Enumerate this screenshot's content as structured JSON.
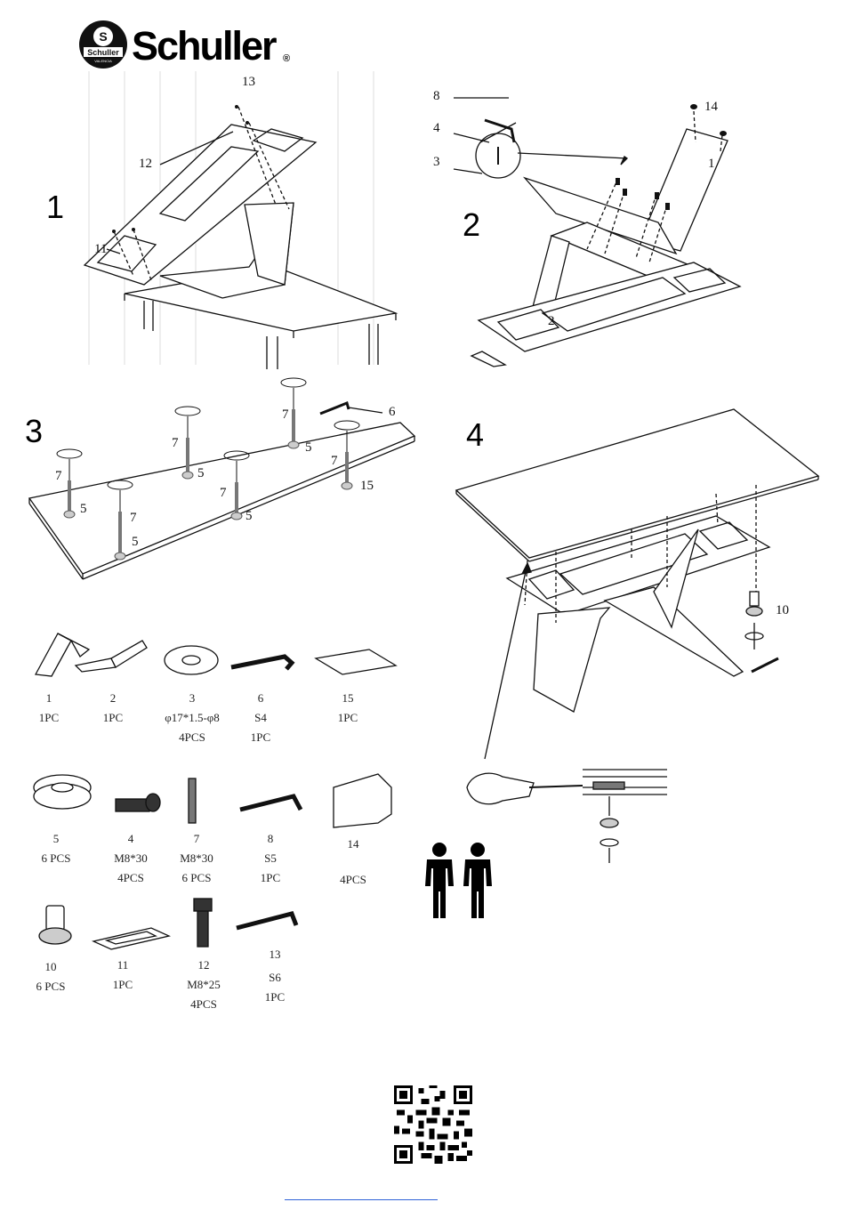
{
  "brand": {
    "name": "Schuller",
    "registered": "®",
    "emblem_letter": "S",
    "emblem_word": "Schuller",
    "emblem_sub": "VALENCIA"
  },
  "steps": [
    "1",
    "2",
    "3",
    "4"
  ],
  "step1_callouts": {
    "c13": "13",
    "c12": "12",
    "c11": "11"
  },
  "step2_callouts": {
    "c8": "8",
    "c4": "4",
    "c3": "3",
    "c14": "14",
    "c1": "1",
    "c2": "2"
  },
  "step3_callouts": {
    "c7a": "7",
    "c5a": "5",
    "c7b": "7",
    "c5b": "5",
    "c7c": "7",
    "c5c": "5",
    "c7d": "7",
    "c5d": "5",
    "c7e": "7",
    "c5e": "5",
    "c7f": "7",
    "c15": "15",
    "c6": "6"
  },
  "step4_callouts": {
    "c10": "10"
  },
  "parts": [
    {
      "num": "1",
      "spec": "1PC",
      "qty": ""
    },
    {
      "num": "2",
      "spec": "1PC",
      "qty": ""
    },
    {
      "num": "3",
      "spec": "φ17*1.5-φ8",
      "qty": "4PCS"
    },
    {
      "num": "6",
      "spec": "S4",
      "qty": "1PC"
    },
    {
      "num": "15",
      "spec": "1PC",
      "qty": ""
    },
    {
      "num": "5",
      "spec": "6 PCS",
      "qty": ""
    },
    {
      "num": "4",
      "spec": "M8*30",
      "qty": "4PCS"
    },
    {
      "num": "7",
      "spec": "M8*30",
      "qty": "6 PCS"
    },
    {
      "num": "8",
      "spec": "S5",
      "qty": "1PC"
    },
    {
      "num": "14",
      "spec": "4PCS",
      "qty": ""
    },
    {
      "num": "10",
      "spec": "6 PCS",
      "qty": ""
    },
    {
      "num": "11",
      "spec": "1PC",
      "qty": ""
    },
    {
      "num": "12",
      "spec": "M8*25",
      "qty": "4PCS"
    },
    {
      "num": "13",
      "spec": "S6",
      "qty": "1PC"
    }
  ],
  "icons": {
    "logo": "schuller-emblem-icon",
    "people": "two-persons-icon",
    "qr": "qr-code-icon"
  },
  "colors": {
    "ink": "#111111",
    "link": "#2f62d8",
    "background": "#ffffff"
  }
}
